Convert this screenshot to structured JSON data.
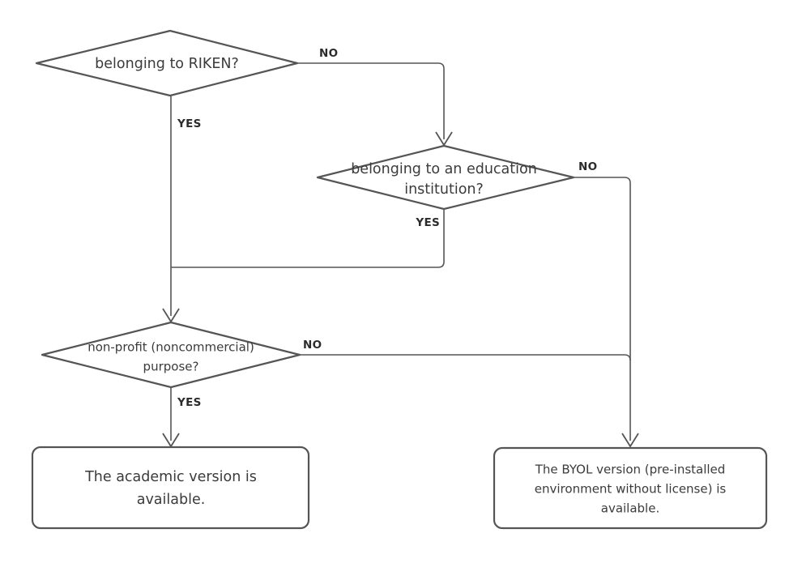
{
  "diagram": {
    "type": "flowchart",
    "title": "",
    "background_color": "#ffffff",
    "stroke_color": "#555555",
    "text_color": "#3b3b3b",
    "label_color": "#2b2b2b",
    "nodes": [
      {
        "id": "q1",
        "shape": "diamond",
        "text": "belonging to RIKEN?",
        "lines": [
          "belonging to RIKEN?"
        ]
      },
      {
        "id": "q2",
        "shape": "diamond",
        "text": "belonging to an education institution?",
        "lines": [
          "belonging to an education",
          "institution?"
        ]
      },
      {
        "id": "q3",
        "shape": "diamond",
        "text": "non-profit (noncommercial) purpose?",
        "lines": [
          "non-profit (noncommercial)",
          "purpose?"
        ]
      },
      {
        "id": "r1",
        "shape": "rounded-rect",
        "text": "The academic version is available.",
        "lines": [
          "The academic version is",
          "available."
        ]
      },
      {
        "id": "r2",
        "shape": "rounded-rect",
        "text": "The BYOL version (pre-installed environment without license) is available.",
        "lines": [
          "The BYOL version (pre-installed",
          "environment without license) is",
          "available."
        ]
      }
    ],
    "edges": [
      {
        "id": "e1",
        "from": "q1",
        "to": "q2",
        "label": "NO"
      },
      {
        "id": "e2",
        "from": "q1",
        "to": "q3",
        "label": "YES"
      },
      {
        "id": "e3",
        "from": "q2",
        "to": "q3",
        "label": "YES"
      },
      {
        "id": "e4",
        "from": "q2",
        "to": "r2",
        "label": "NO"
      },
      {
        "id": "e5",
        "from": "q3",
        "to": "r1",
        "label": "YES"
      },
      {
        "id": "e6",
        "from": "q3",
        "to": "r2",
        "label": "NO"
      }
    ]
  }
}
